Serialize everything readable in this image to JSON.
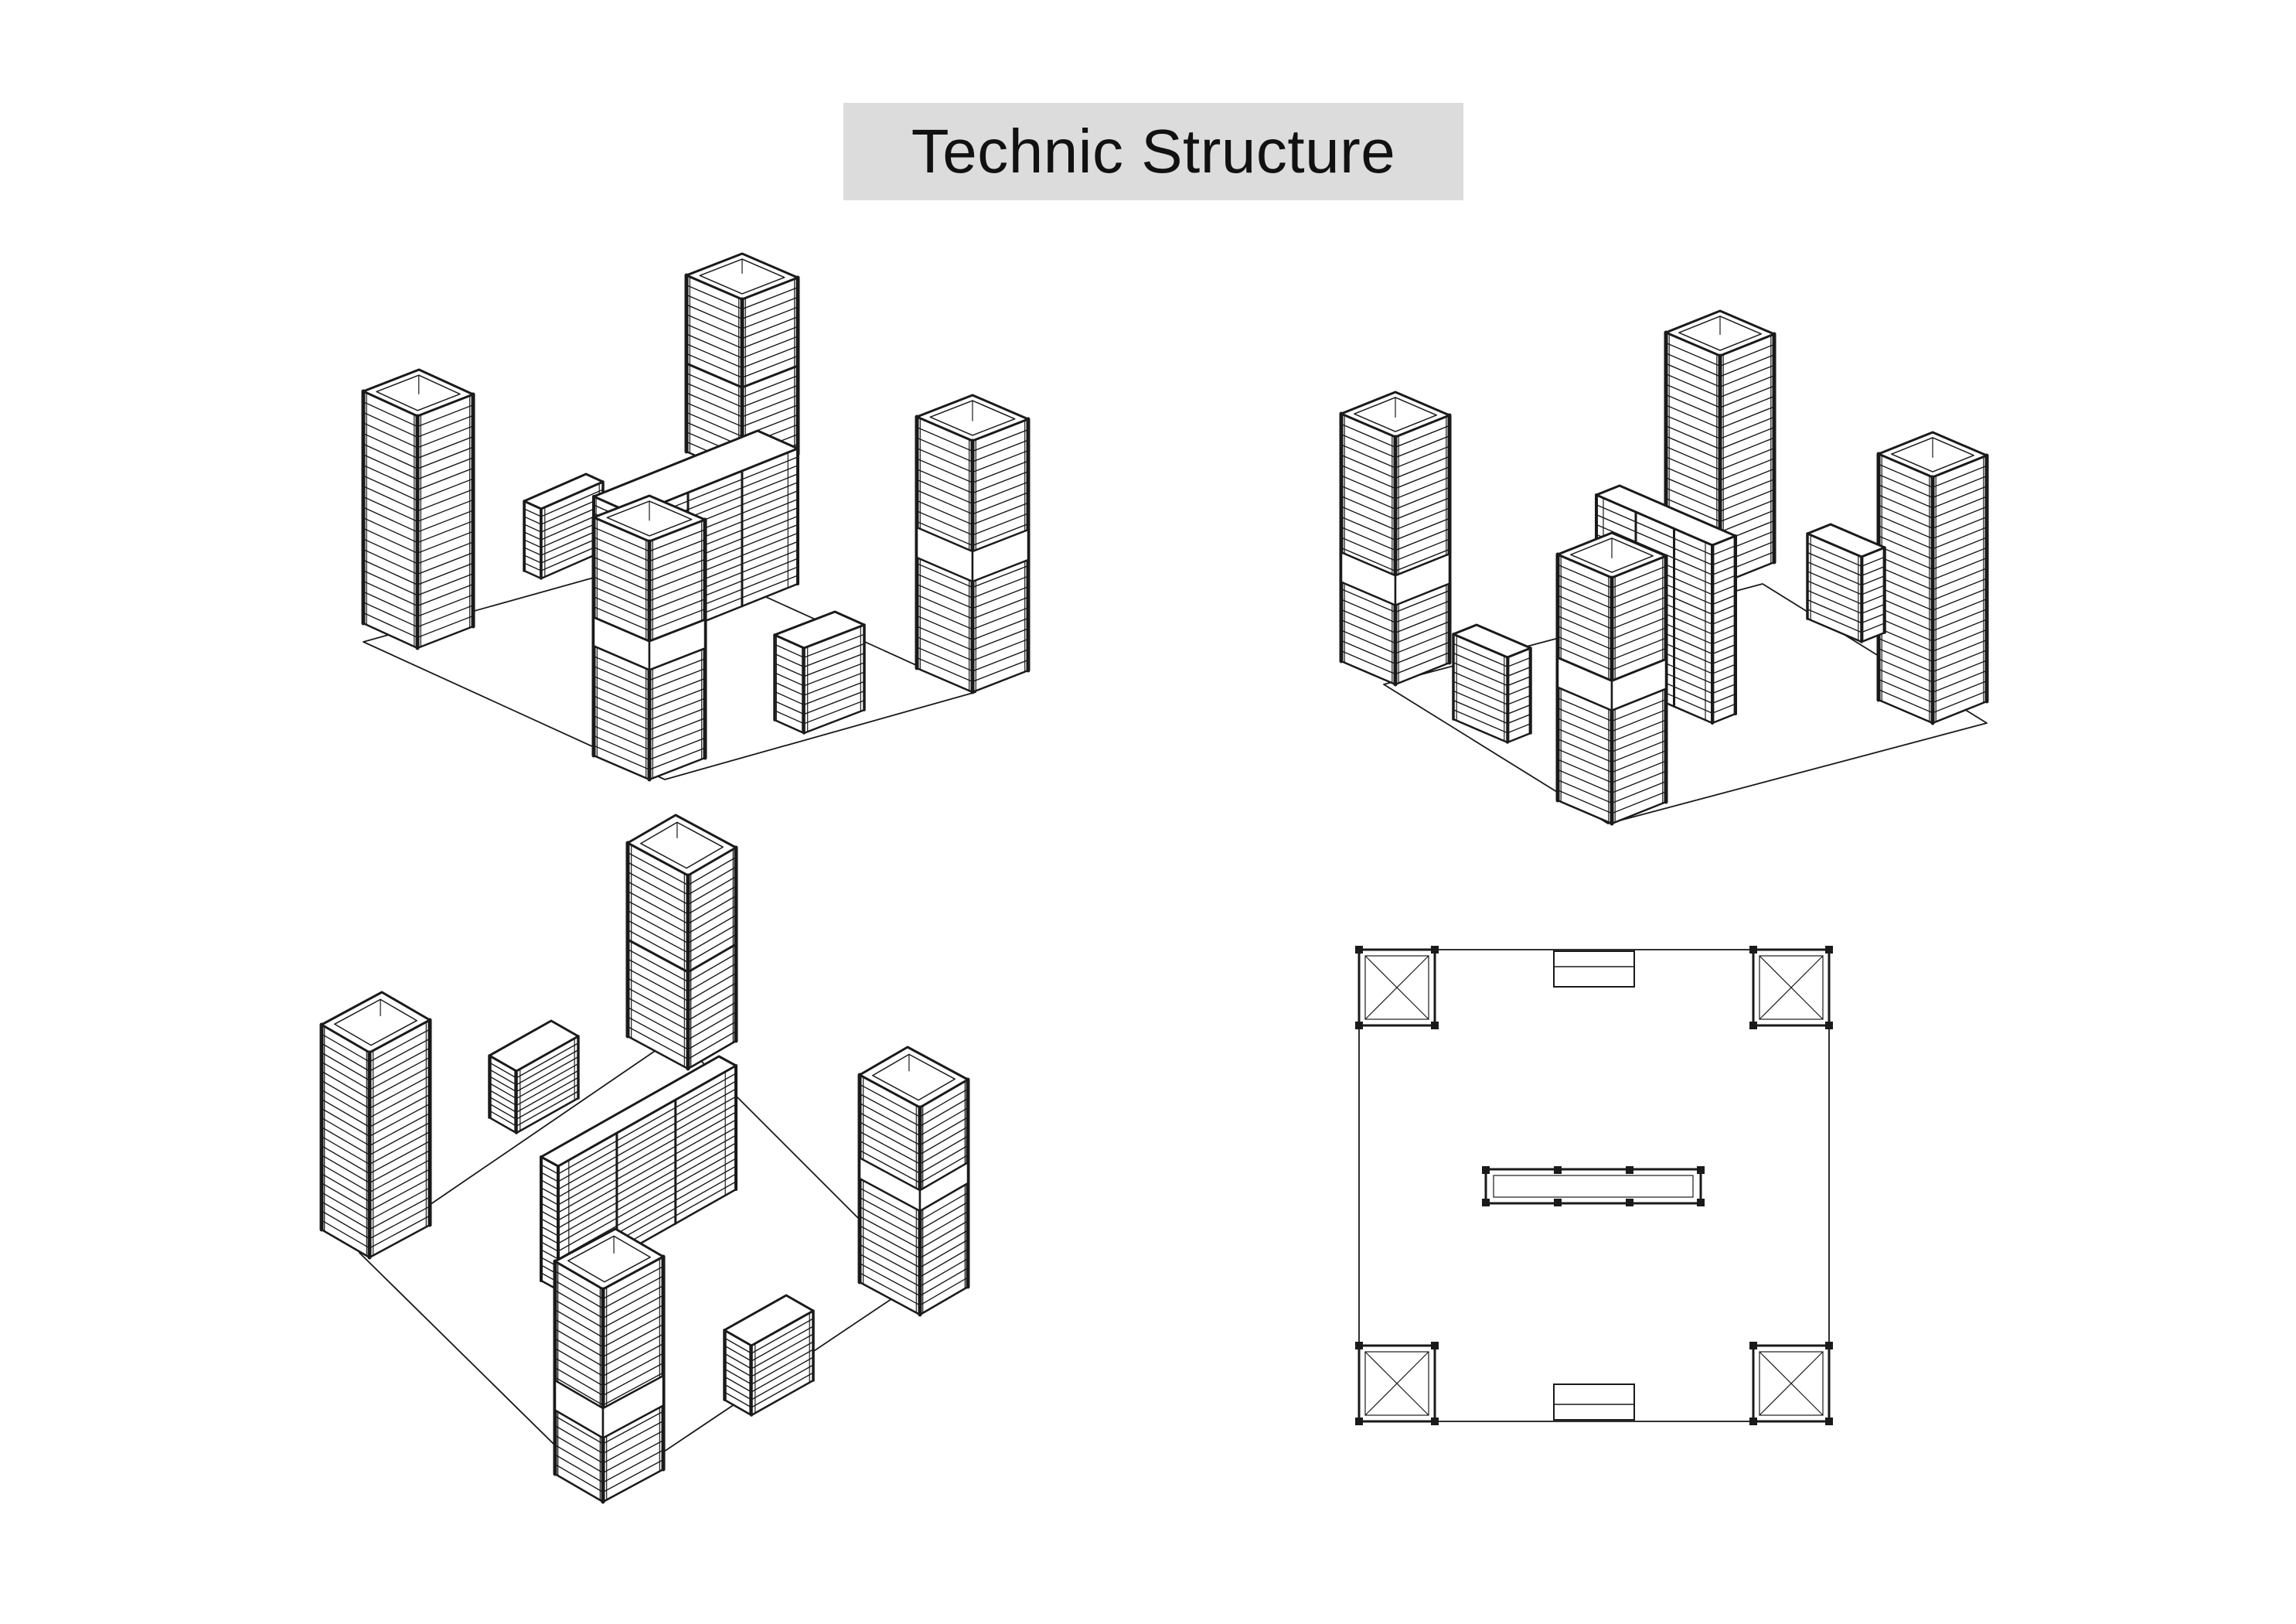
{
  "title": "Technic Structure",
  "colors": {
    "line": "#1a1a1a",
    "title_background": "#dcdcdc",
    "background": "#ffffff"
  },
  "views": [
    {
      "id": "iso-view-1",
      "kind": "isometric"
    },
    {
      "id": "iso-view-2",
      "kind": "isometric"
    },
    {
      "id": "iso-view-3",
      "kind": "isometric"
    },
    {
      "id": "plan-view",
      "kind": "top-plan"
    }
  ]
}
